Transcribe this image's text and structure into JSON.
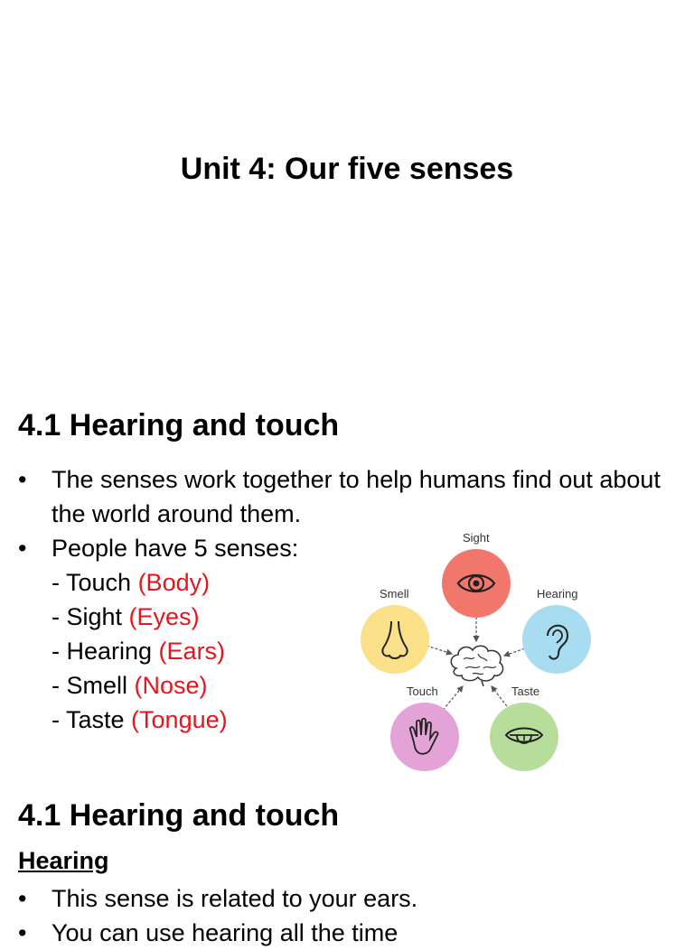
{
  "slide1": {
    "title": "Unit 4: Our five senses"
  },
  "slide2": {
    "heading": "4.1 Hearing and touch",
    "bullet1": "The senses work together to  help humans find out about the world around them.",
    "bullet2": "People have 5 senses:",
    "senses": [
      {
        "name": "- Touch ",
        "organ": "(Body)"
      },
      {
        "name": "- Sight ",
        "organ": "(Eyes)"
      },
      {
        "name": "- Hearing ",
        "organ": "(Ears)"
      },
      {
        "name": "- Smell ",
        "organ": "(Nose)"
      },
      {
        "name": "- Taste ",
        "organ": "(Tongue)"
      }
    ],
    "diagram": {
      "sight": "Sight",
      "hearing": "Hearing",
      "smell": "Smell",
      "touch": "Touch",
      "taste": "Taste"
    }
  },
  "slide3": {
    "heading": "4.1 Hearing and touch",
    "section": "Hearing",
    "bullet1": "This sense is related to your ears.",
    "bullet2": "You can use hearing all the time"
  },
  "colors": {
    "accent_red": "#e8141b",
    "sight": "#f1776d",
    "hearing": "#a8dcf0",
    "smell": "#fbe08a",
    "touch": "#e3a3d6",
    "taste": "#b7dd9a"
  }
}
